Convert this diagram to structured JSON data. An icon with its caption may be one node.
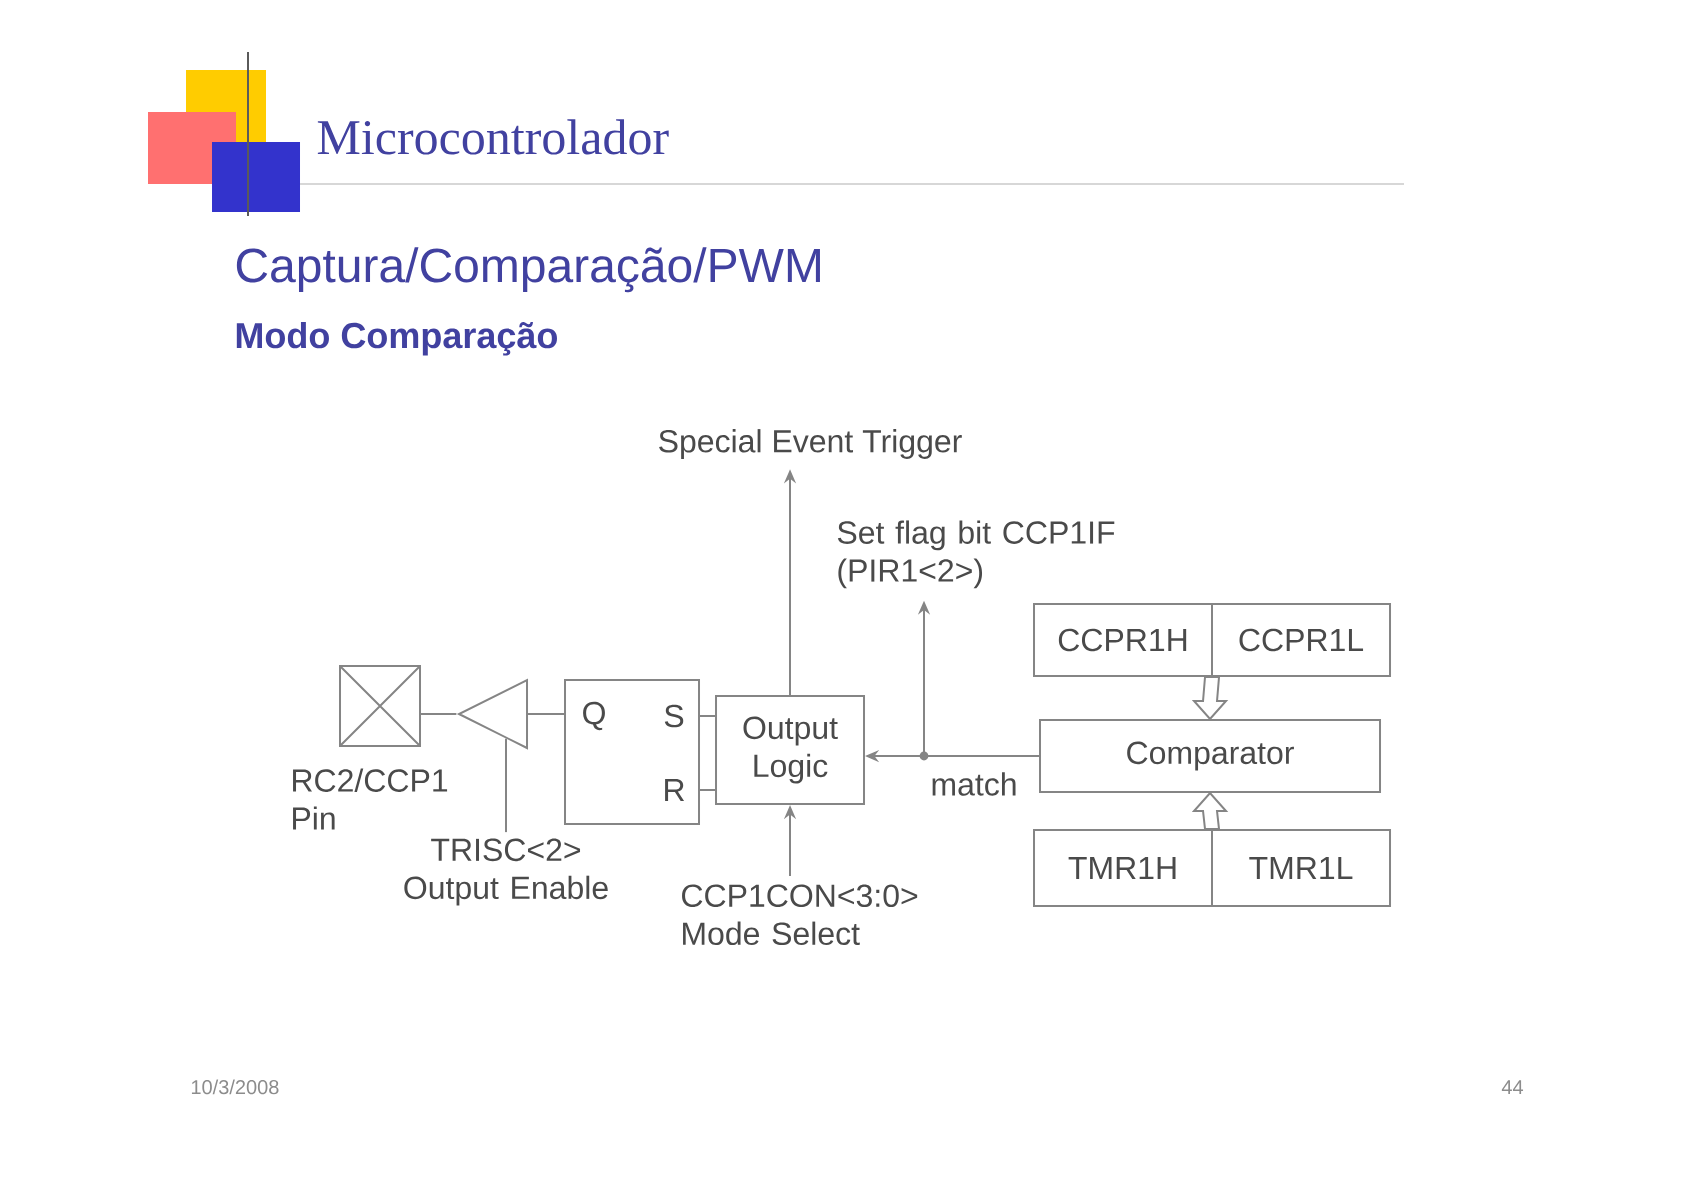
{
  "diagram": {
    "title": "Captura/Comparação/PWM",
    "nodes": [
      {
        "text": [
          "Special Event Trigger"
        ]
      },
      {
        "text": [
          "Set flag bit CCP1IF (PIR1<2>)"
        ]
      },
      {
        "text": [
          "CCPR1H",
          "CCPR1L"
        ]
      },
      {
        "text": [
          "Comparator"
        ]
      },
      {
        "text": [
          "TMR1H",
          "TMR1L"
        ]
      },
      {
        "text": [
          "Output Logic"
        ]
      },
      {
        "text": [
          "Q",
          "S",
          "R"
        ]
      },
      {
        "text": [],
        "shape": "triangle"
      },
      {
        "text": [],
        "shape": "box",
        "beside": [
          "RC2/CCP1 Pin"
        ]
      },
      {
        "text": [
          "TRISC<2> Output Enable"
        ]
      },
      {
        "text": [
          "CCP1CON<3:0> Mode Select"
        ]
      }
    ],
    "edges": [
      {
        "from": 5,
        "to": 0,
        "arrow": "to"
      },
      {
        "from": 3,
        "to": 5,
        "arrow": "to",
        "label": "match"
      },
      {
        "from": 3,
        "to": 1,
        "arrow": "to"
      },
      {
        "from": 2,
        "to": 3,
        "arrow": "to",
        "style": "thick"
      },
      {
        "from": 4,
        "to": 3,
        "arrow": "to",
        "style": "thick"
      },
      {
        "from": 5,
        "to": 6,
        "arrow": "none"
      },
      {
        "from": 5,
        "to": 6,
        "arrow": "none"
      },
      {
        "from": 6,
        "to": 7,
        "arrow": "none"
      },
      {
        "from": 7,
        "to": 8,
        "arrow": "none"
      },
      {
        "from": 9,
        "to": 7,
        "arrow": "none"
      },
      {
        "from": 10,
        "to": 5,
        "arrow": "to"
      }
    ],
    "labels": [
      "Microcontrolador",
      "Modo Comparação",
      "10/3/2008",
      "44"
    ]
  }
}
